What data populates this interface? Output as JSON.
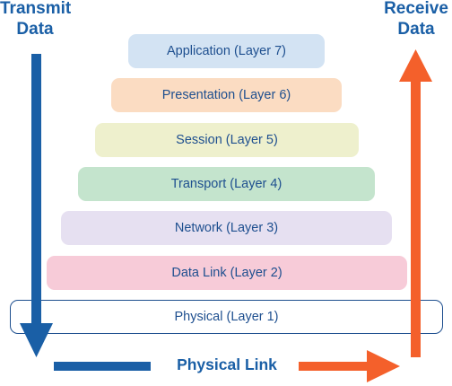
{
  "transmit_label": [
    "Transmit",
    "Data"
  ],
  "receive_label": [
    "Receive",
    "Data"
  ],
  "layers": [
    {
      "id": "layer-7",
      "label": "Application (Layer 7)"
    },
    {
      "id": "layer-6",
      "label": "Presentation (Layer 6)"
    },
    {
      "id": "layer-5",
      "label": "Session (Layer 5)"
    },
    {
      "id": "layer-4",
      "label": "Transport (Layer 4)"
    },
    {
      "id": "layer-3",
      "label": "Network (Layer 3)"
    },
    {
      "id": "layer-2",
      "label": "Data Link (Layer 2)"
    },
    {
      "id": "layer-1",
      "label": "Physical (Layer 1)"
    }
  ],
  "physical_link_label": "Physical Link",
  "colors": {
    "transmit_arrow": "#1a5fa6",
    "receive_arrow": "#f4602b",
    "text": "#1e4f8f"
  }
}
